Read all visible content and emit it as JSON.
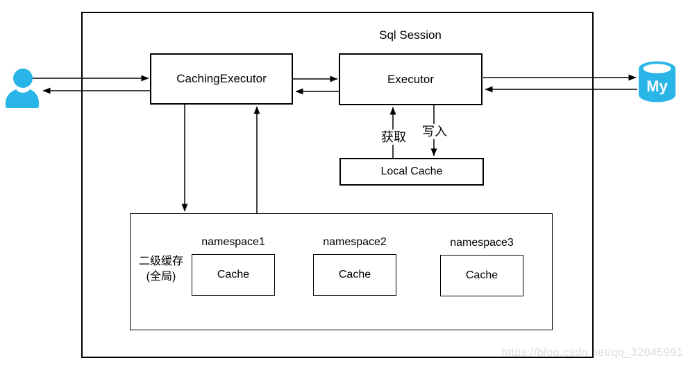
{
  "title": "Sql Session",
  "nodes": {
    "caching_executor": "CachingExecutor",
    "executor": "Executor",
    "local_cache": "Local Cache",
    "second_level_cache": {
      "line1": "二级缓存",
      "line2": "(全局)"
    },
    "namespaces": [
      {
        "name": "namespace1",
        "cache": "Cache"
      },
      {
        "name": "namespace2",
        "cache": "Cache"
      },
      {
        "name": "namespace3",
        "cache": "Cache"
      }
    ]
  },
  "edges": {
    "fetch_label": "获取",
    "write_label": "写入"
  },
  "actors": {
    "database_label": "My"
  },
  "watermark": "https://blog.csdn.net/qq_32045991",
  "colors": {
    "accent": "#29b5e8",
    "line": "#000000",
    "watermark": "#dcdcdc"
  }
}
